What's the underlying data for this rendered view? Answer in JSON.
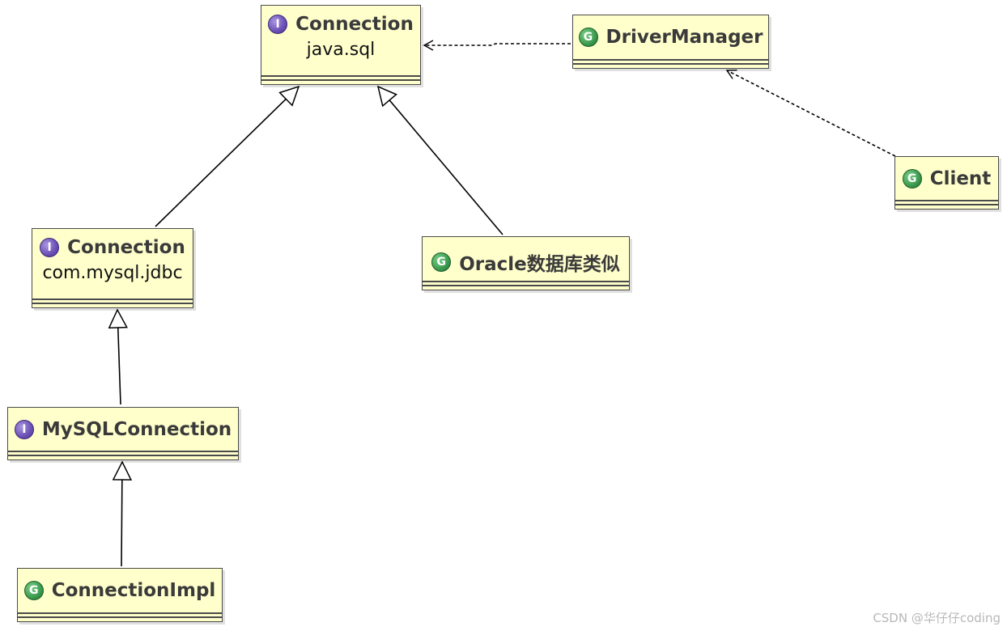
{
  "diagram": {
    "nodes": {
      "conn_sql": {
        "kind": "interface",
        "icon_letter": "I",
        "title": "Connection",
        "package": "java.sql"
      },
      "driver_manager": {
        "kind": "class",
        "icon_letter": "G",
        "title": "DriverManager"
      },
      "client": {
        "kind": "class",
        "icon_letter": "G",
        "title": "Client"
      },
      "conn_mysql": {
        "kind": "interface",
        "icon_letter": "I",
        "title": "Connection",
        "package": "com.mysql.jdbc"
      },
      "oracle": {
        "kind": "class",
        "icon_letter": "G",
        "title": "Oracle数据库类似"
      },
      "mysql_connection": {
        "kind": "interface",
        "icon_letter": "I",
        "title": "MySQLConnection"
      },
      "connection_impl": {
        "kind": "class",
        "icon_letter": "G",
        "title": "ConnectionImpl"
      }
    },
    "edges": [
      {
        "from": "conn_mysql",
        "to": "conn_sql",
        "type": "generalization"
      },
      {
        "from": "oracle",
        "to": "conn_sql",
        "type": "generalization"
      },
      {
        "from": "mysql_connection",
        "to": "conn_mysql",
        "type": "generalization"
      },
      {
        "from": "connection_impl",
        "to": "mysql_connection",
        "type": "generalization"
      },
      {
        "from": "driver_manager",
        "to": "conn_sql",
        "type": "dependency"
      },
      {
        "from": "client",
        "to": "driver_manager",
        "type": "dependency"
      }
    ],
    "icons": {
      "interface": "interface-icon",
      "class": "class-icon"
    },
    "colors": {
      "box_fill": "#ffffcc",
      "border": "#4a4a4a",
      "interface_icon": "#6a4fb5",
      "class_icon": "#3a9a4c"
    }
  },
  "watermark": "CSDN @华仔仔coding"
}
